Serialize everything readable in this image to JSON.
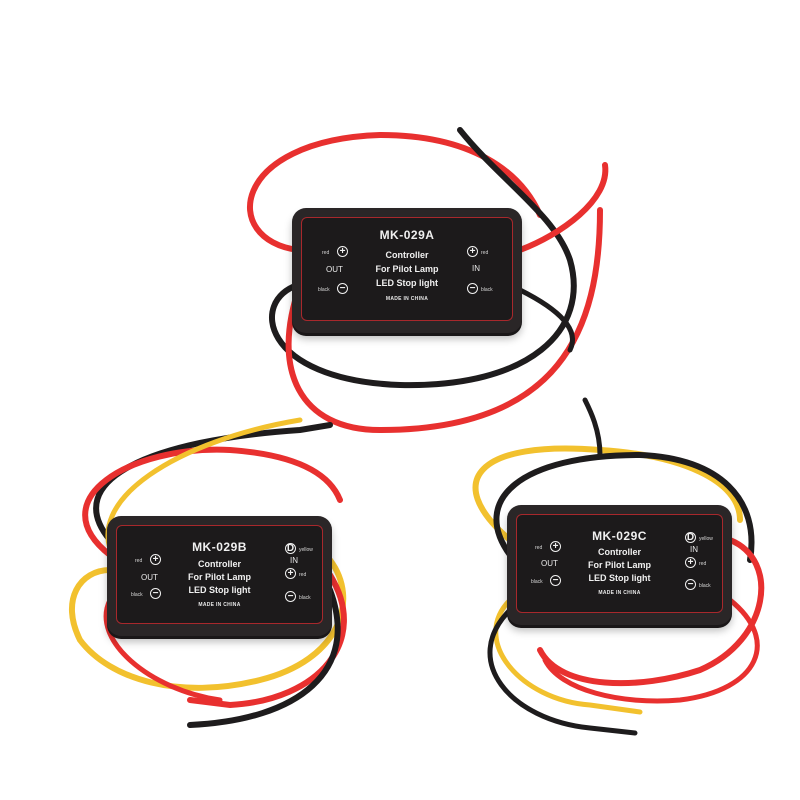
{
  "image": {
    "description": "Product photo of three black LED brake light controller modules with red, black and yellow wires on white background",
    "background": "#ffffff"
  },
  "modules": [
    {
      "model": "MK-029A",
      "lines": [
        "Controller",
        "For Pilot Lamp",
        "LED Stop light"
      ],
      "made_in": "MADE IN CHINA",
      "out": {
        "label": "OUT",
        "plus": "+",
        "plus_color": "red",
        "minus": "−",
        "minus_color": "black"
      },
      "in": {
        "label": "IN",
        "plus": "+",
        "plus_color": "red",
        "minus": "−",
        "minus_color": "black"
      }
    },
    {
      "model": "MK-029B",
      "lines": [
        "Controller",
        "For Pilot Lamp",
        "LED Stop light"
      ],
      "made_in": "MADE IN CHINA",
      "out": {
        "label": "OUT",
        "plus": "+",
        "plus_color": "red",
        "minus": "−",
        "minus_color": "black"
      },
      "in": {
        "label": "IN",
        "d": "D",
        "d_color": "yellow",
        "plus": "+",
        "plus_color": "red",
        "minus": "−",
        "minus_color": "black"
      }
    },
    {
      "model": "MK-029C",
      "lines": [
        "Controller",
        "For Pilot Lamp",
        "LED Stop light"
      ],
      "made_in": "MADE IN CHINA",
      "out": {
        "label": "OUT",
        "plus": "+",
        "plus_color": "red",
        "minus": "−",
        "minus_color": "black"
      },
      "in": {
        "label": "IN",
        "d": "D",
        "d_color": "yellow",
        "plus": "+",
        "plus_color": "red",
        "minus": "−",
        "minus_color": "black"
      }
    }
  ],
  "colors": {
    "wire_red": "#e8302f",
    "wire_black": "#1e1c1d",
    "wire_yellow": "#f2c12e",
    "housing": "#2a2627",
    "border_red": "#a8282c"
  }
}
